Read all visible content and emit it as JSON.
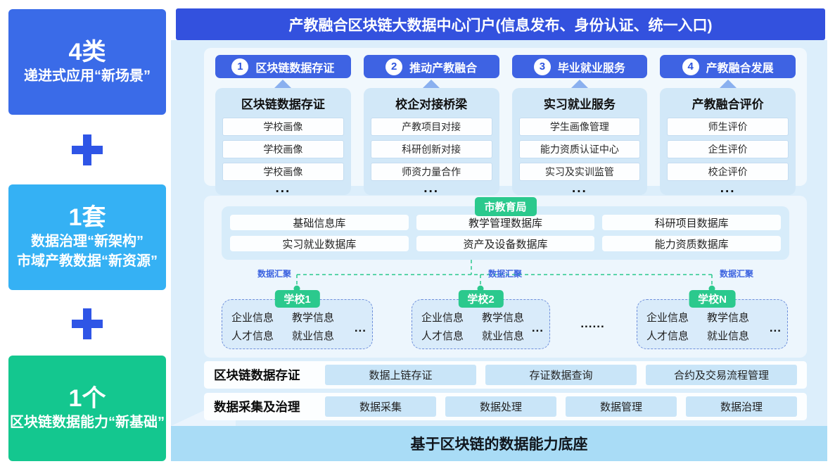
{
  "sidebar": {
    "plus": "+",
    "boxes": [
      {
        "value": "4类",
        "lines": [
          "递进式应用“新场景”"
        ]
      },
      {
        "value": "1套",
        "lines": [
          "数据治理“新架构”",
          "市域产教数据“新资源”"
        ]
      },
      {
        "value": "1个",
        "lines": [
          "区块链数据能力“新基础”"
        ]
      }
    ]
  },
  "portal": {
    "title": "产教融合区块链大数据中心门户(信息发布、身份认证、统一入口)"
  },
  "apps": {
    "columns": [
      {
        "number": "1",
        "pill": "区块链数据存证",
        "title": "区块链数据存证",
        "items": [
          "学校画像",
          "学校画像",
          "学校画像"
        ],
        "more": "..."
      },
      {
        "number": "2",
        "pill": "推动产教融合",
        "title": "校企对接桥梁",
        "items": [
          "产教项目对接",
          "科研创新对接",
          "师资力量合作"
        ],
        "more": "..."
      },
      {
        "number": "3",
        "pill": "毕业就业服务",
        "title": "实习就业服务",
        "items": [
          "学生画像管理",
          "能力资质认证中心",
          "实习及实训监管"
        ],
        "more": "..."
      },
      {
        "number": "4",
        "pill": "产教融合发展",
        "title": "产教融合评价",
        "items": [
          "师生评价",
          "企生评价",
          "校企评价"
        ],
        "more": "..."
      }
    ]
  },
  "data_center": {
    "bureau": "市教育局",
    "databases": [
      "基础信息库",
      "教学管理数据库",
      "科研项目数据库",
      "实习就业数据库",
      "资产及设备数据库",
      "能力资质数据库"
    ],
    "aggregation_label": "数据汇聚",
    "between_dots": "......",
    "schools": [
      {
        "name": "学校1",
        "items": [
          "企业信息",
          "教学信息",
          "人才信息",
          "就业信息"
        ],
        "more": "..."
      },
      {
        "name": "学校2",
        "items": [
          "企业信息",
          "教学信息",
          "人才信息",
          "就业信息"
        ],
        "more": "..."
      },
      {
        "name": "学校N",
        "items": [
          "企业信息",
          "教学信息",
          "人才信息",
          "就业信息"
        ],
        "more": "..."
      }
    ]
  },
  "layers": [
    {
      "label": "区块链数据存证",
      "items": [
        "数据上链存证",
        "存证数据查询",
        "合约及交易流程管理"
      ]
    },
    {
      "label": "数据采集及治理",
      "items": [
        "数据采集",
        "数据处理",
        "数据管理",
        "数据治理"
      ]
    }
  ],
  "footer": {
    "title": "基于区块链的数据能力底座"
  },
  "colors": {
    "primary_blue": "#3A6BE8",
    "sky_blue": "#35B1F4",
    "green": "#14C78F",
    "badge_green": "#2BC98D",
    "header_blue": "#3351DE",
    "pill_blue": "#3E63E3",
    "panel_light_blue": "#DCEEFB",
    "footer_blue": "#A9DCF6",
    "aggregation_text_blue": "#3D64E0"
  }
}
